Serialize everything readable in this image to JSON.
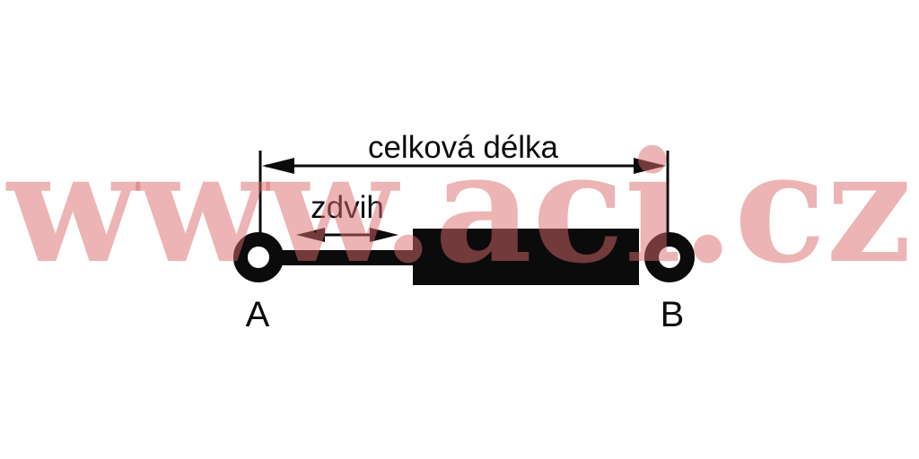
{
  "labels": {
    "total_length": "celková délka",
    "stroke": "zdvih",
    "endpoint_a": "A",
    "endpoint_b": "B"
  },
  "watermark": {
    "text": "www.aci.cz"
  },
  "colors": {
    "line": "#0b0b0b",
    "fill": "#0b0b0b",
    "background": "#ffffff",
    "watermark": "#d96a6a"
  }
}
